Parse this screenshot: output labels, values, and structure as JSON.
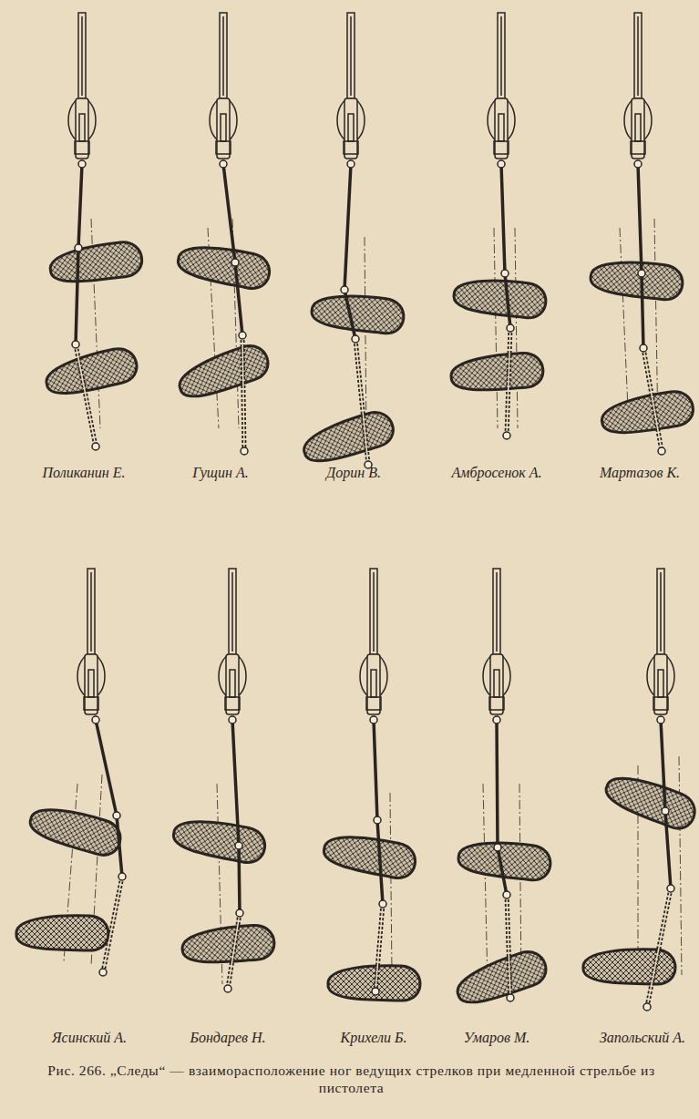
{
  "diagram": {
    "caption": "Рис. 266. „Следы“ — взаиморасположение ног ведущих стрелков при медленной стрельбе из пистолета",
    "labels": [
      "Поликанин Е.",
      "Гущин А.",
      "Дорин В.",
      "Амбросенок А.",
      "Мартазов К.",
      "Ясинский А.",
      "Бондарев Н.",
      "Крихели Б.",
      "Умаров М.",
      "Запольский А."
    ]
  }
}
